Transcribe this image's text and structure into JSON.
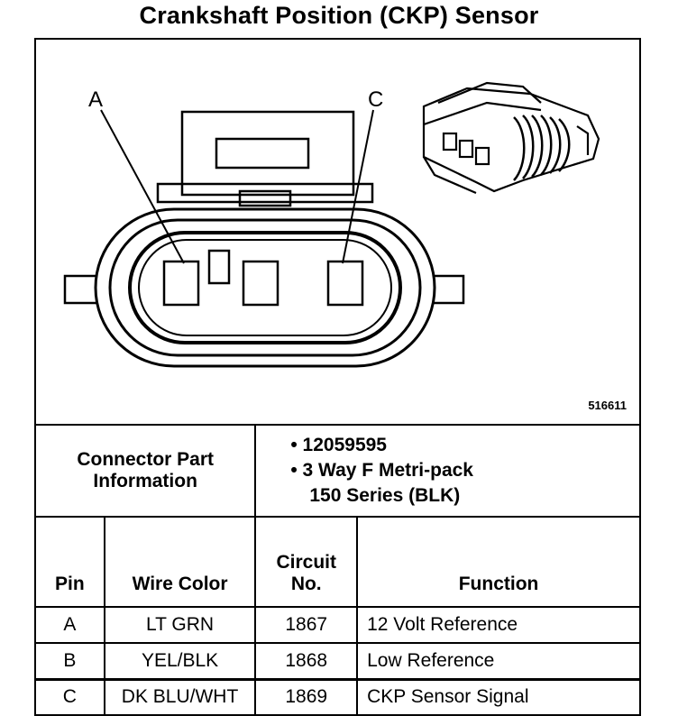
{
  "title": "Crankshaft Position (CKP) Sensor",
  "figure_number": "516611",
  "pin_labels": {
    "a": "A",
    "c": "C"
  },
  "connector_info": {
    "label_line1": "Connector Part",
    "label_line2": "Information",
    "items": [
      "12059595",
      "3 Way F Metri-pack",
      "150 Series (BLK)"
    ]
  },
  "table": {
    "headers": {
      "pin": "Pin",
      "wire_color": "Wire Color",
      "circuit_line1": "Circuit",
      "circuit_line2": "No.",
      "function": "Function"
    },
    "rows": [
      {
        "pin": "A",
        "wire_color": "LT GRN",
        "circuit": "1867",
        "function": "12 Volt Reference"
      },
      {
        "pin": "B",
        "wire_color": "YEL/BLK",
        "circuit": "1868",
        "function": "Low Reference"
      },
      {
        "pin": "C",
        "wire_color": "DK BLU/WHT",
        "circuit": "1869",
        "function": "CKP Sensor Signal"
      }
    ]
  }
}
